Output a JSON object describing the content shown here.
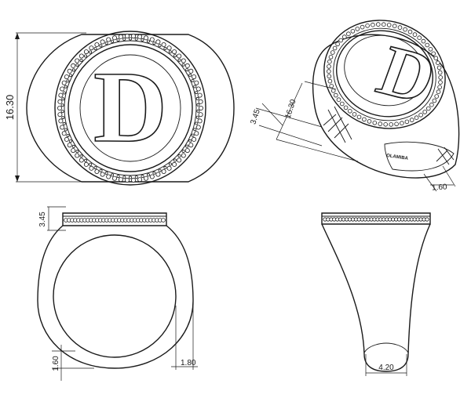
{
  "drawing": {
    "monogram_letter": "D",
    "brand_mark": "OLAMIBA",
    "dimensions": {
      "top_height": "16.30",
      "persp_height": "16.30",
      "persp_depth": "3.45",
      "persp_shank": "1.60",
      "front_height": "3.45",
      "front_bottom": "1.60",
      "front_shank": "1.80",
      "side_bottom": "4.20"
    }
  }
}
